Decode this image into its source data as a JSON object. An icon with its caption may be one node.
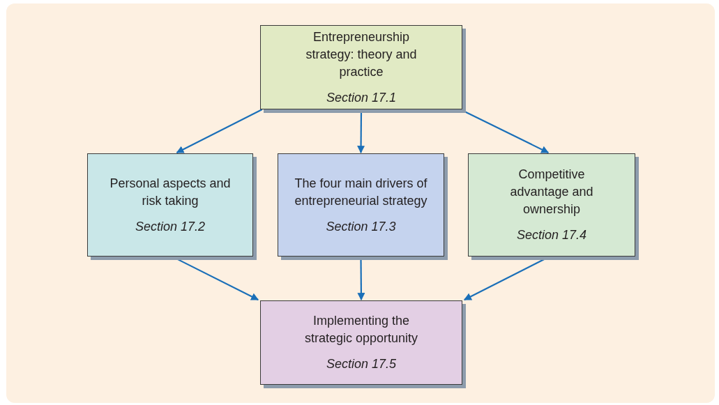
{
  "diagram": {
    "nodes": [
      {
        "text": [
          "Entrepreneurship strategy: theory and practice",
          "Section 17.1"
        ]
      },
      {
        "text": [
          "Personal aspects and risk taking",
          "Section 17.2"
        ]
      },
      {
        "text": [
          "The four main drivers of entrepreneurial strategy",
          "Section 17.3"
        ]
      },
      {
        "text": [
          "Competitive advantage and ownership",
          "Section 17.4"
        ]
      },
      {
        "text": [
          "Implementing the strategic opportunity",
          "Section 17.5"
        ]
      }
    ],
    "edges": [
      {
        "from": 0,
        "to": 1,
        "arrow": "to"
      },
      {
        "from": 0,
        "to": 2,
        "arrow": "to"
      },
      {
        "from": 0,
        "to": 3,
        "arrow": "to"
      },
      {
        "from": 1,
        "to": 4,
        "arrow": "to"
      },
      {
        "from": 2,
        "to": 4,
        "arrow": "to"
      },
      {
        "from": 3,
        "to": 4,
        "arrow": "to"
      }
    ]
  }
}
